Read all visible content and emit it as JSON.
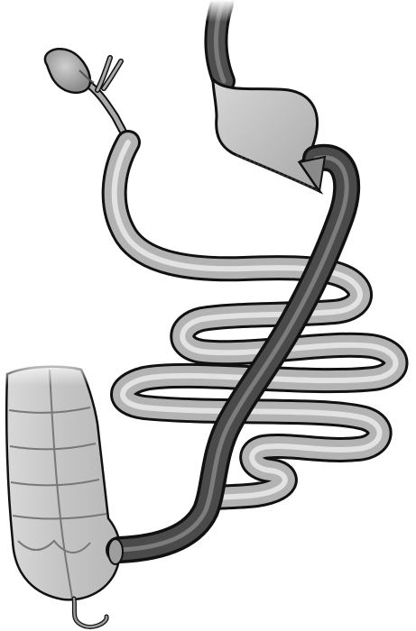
{
  "colors": {
    "background": "#ffffff",
    "outline": "#111111",
    "stomach_fill": "#bdbdbd",
    "limb_dark": "#4a4a4a",
    "limb_light": "#a8a8a8",
    "small_intestine": "#bfbfbf",
    "colon_fill": "#c9c9c9",
    "gallbladder_fill": "#9e9e9e"
  },
  "parts": [
    {
      "name": "esophagus"
    },
    {
      "name": "stomach-pouch"
    },
    {
      "name": "roux-limb"
    },
    {
      "name": "gallbladder"
    },
    {
      "name": "bile-duct"
    },
    {
      "name": "biliopancreatic-limb"
    },
    {
      "name": "small-intestine-loops"
    },
    {
      "name": "common-channel"
    },
    {
      "name": "colon"
    }
  ]
}
